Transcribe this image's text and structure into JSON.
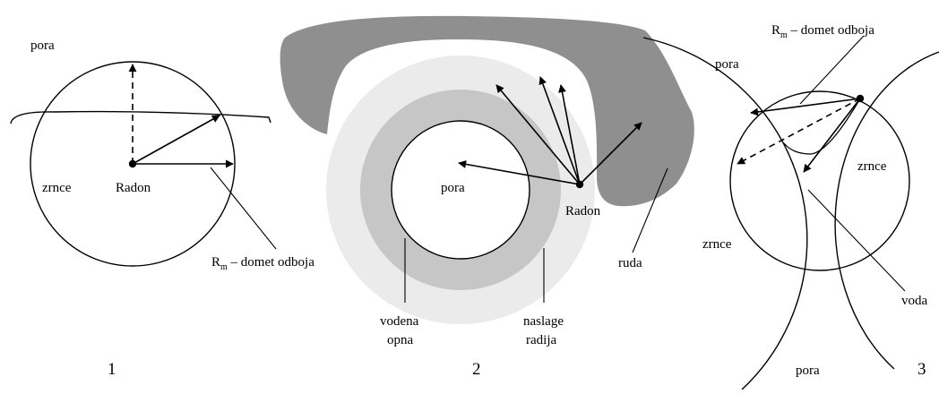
{
  "panel1": {
    "label_pora": "pora",
    "label_zrnce": "zrnce",
    "label_radon": "Radon",
    "label_rm": "R",
    "label_rm_sub": "m",
    "label_rm_rest": " – domet odboja",
    "number": "1"
  },
  "panel2": {
    "label_pora": "pora",
    "label_radon": "Radon",
    "label_ruda": "ruda",
    "label_vodena_1": "vodena",
    "label_vodena_2": "opna",
    "label_naslage_1": "naslage",
    "label_naslage_2": "radija",
    "number": "2"
  },
  "panel3": {
    "label_rm": "R",
    "label_rm_sub": "m",
    "label_rm_rest": " – domet odboja",
    "label_pora_top": "pora",
    "label_zrnce_right": "zrnce",
    "label_zrnce_left": "zrnce",
    "label_voda": "voda",
    "label_pora_bottom": "pora",
    "number": "3"
  },
  "colors": {
    "ink": "#000000",
    "ore_gray": "#8f8f8f",
    "water_film": "#ebebeb",
    "radium_deposit": "#c6c6c6",
    "background": "#ffffff"
  }
}
